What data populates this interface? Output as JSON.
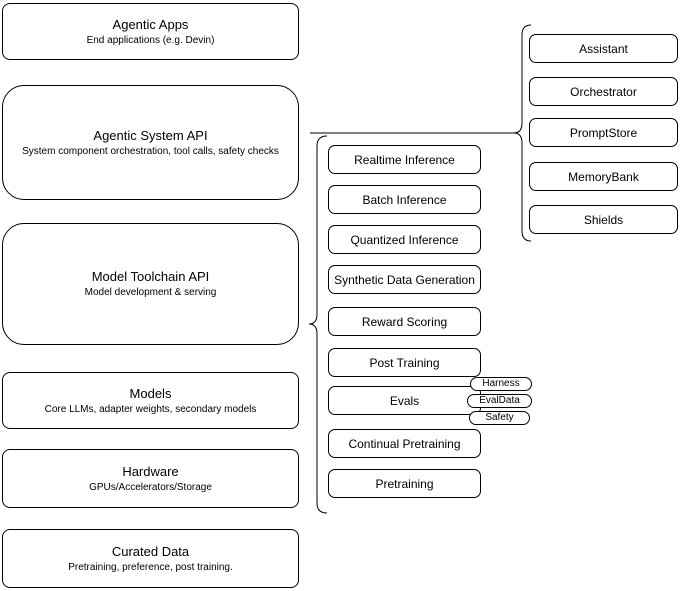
{
  "stack": {
    "layers": [
      {
        "title": "Agentic Apps",
        "subtitle": "End applications (e.g. Devin)"
      },
      {
        "title": "Agentic System API",
        "subtitle": "System component orchestration, tool calls, safety checks"
      },
      {
        "title": "Model Toolchain API",
        "subtitle": "Model development & serving"
      },
      {
        "title": "Models",
        "subtitle": "Core LLMs, adapter weights, secondary models"
      },
      {
        "title": "Hardware",
        "subtitle": "GPUs/Accelerators/Storage"
      },
      {
        "title": "Curated Data",
        "subtitle": "Pretraining, preference, post training."
      }
    ]
  },
  "toolchain": {
    "items": [
      "Realtime Inference",
      "Batch Inference",
      "Quantized Inference",
      "Synthetic Data Generation",
      "Reward Scoring",
      "Post Training",
      "Evals",
      "Continual Pretraining",
      "Pretraining"
    ]
  },
  "evals_tags": [
    "Harness",
    "EvalData",
    "Safety"
  ],
  "system_components": {
    "items": [
      "Assistant",
      "Orchestrator",
      "PromptStore",
      "MemoryBank",
      "Shields"
    ]
  },
  "colors": {
    "stroke": "#000000",
    "fill": "#ffffff",
    "background": "#ffffff"
  }
}
